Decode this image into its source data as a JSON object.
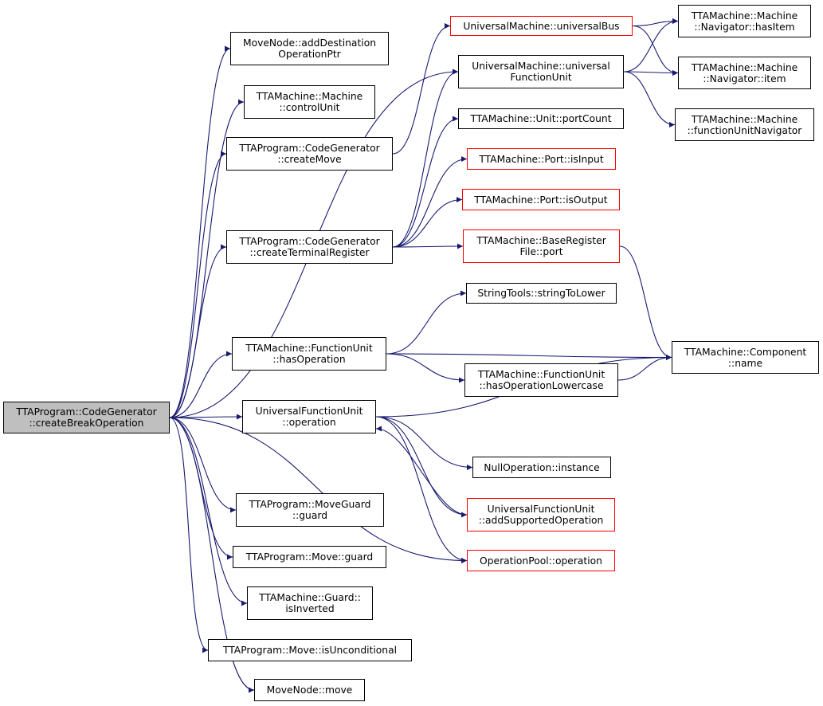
{
  "colors": {
    "edge": "#191970",
    "node_border": "#000000",
    "link_border": "#ff0000",
    "root_fill": "#bfbfbf"
  },
  "nodes": {
    "root": {
      "line1": "TTAProgram::CodeGenerator",
      "line2": "::createBreakOperation"
    },
    "mn_add": {
      "line1": "MoveNode::addDestination",
      "line2": "OperationPtr"
    },
    "m_cu": {
      "line1": "TTAMachine::Machine",
      "line2": "::controlUnit"
    },
    "cg_move": {
      "line1": "TTAProgram::CodeGenerator",
      "line2": "::createMove"
    },
    "cg_term": {
      "line1": "TTAProgram::CodeGenerator",
      "line2": "::createTerminalRegister"
    },
    "fu_hasop": {
      "line1": "TTAMachine::FunctionUnit",
      "line2": "::hasOperation"
    },
    "ufu_op": {
      "line1": "UniversalFunctionUnit",
      "line2": "::operation"
    },
    "mg_guard": {
      "line1": "TTAProgram::MoveGuard",
      "line2": "::guard"
    },
    "mv_guard": {
      "line1": "TTAProgram::Move::guard"
    },
    "g_inv": {
      "line1": "TTAMachine::Guard::",
      "line2": "isInverted"
    },
    "mv_uncond": {
      "line1": "TTAProgram::Move::isUnconditional"
    },
    "mn_move": {
      "line1": "MoveNode::move"
    },
    "um_bus": {
      "line1": "UniversalMachine::universalBus"
    },
    "um_fu": {
      "line1": "UniversalMachine::universal",
      "line2": "FunctionUnit"
    },
    "u_pc": {
      "line1": "TTAMachine::Unit::portCount"
    },
    "p_in": {
      "line1": "TTAMachine::Port::isInput"
    },
    "p_out": {
      "line1": "TTAMachine::Port::isOutput"
    },
    "brf_port": {
      "line1": "TTAMachine::BaseRegister",
      "line2": "File::port"
    },
    "st_lower": {
      "line1": "StringTools::stringToLower"
    },
    "fu_hasopl": {
      "line1": "TTAMachine::FunctionUnit",
      "line2": "::hasOperationLowercase"
    },
    "null_inst": {
      "line1": "NullOperation::instance"
    },
    "ufu_add": {
      "line1": "UniversalFunctionUnit",
      "line2": "::addSupportedOperation"
    },
    "op_pool": {
      "line1": "OperationPool::operation"
    },
    "nav_has": {
      "line1": "TTAMachine::Machine",
      "line2": "::Navigator::hasItem"
    },
    "nav_item": {
      "line1": "TTAMachine::Machine",
      "line2": "::Navigator::item"
    },
    "fu_nav": {
      "line1": "TTAMachine::Machine",
      "line2": "::functionUnitNavigator"
    },
    "comp_name": {
      "line1": "TTAMachine::Component",
      "line2": "::name"
    }
  },
  "edges": [
    [
      "root",
      "mn_add"
    ],
    [
      "root",
      "m_cu"
    ],
    [
      "root",
      "cg_move"
    ],
    [
      "root",
      "um_fu"
    ],
    [
      "root",
      "cg_term"
    ],
    [
      "root",
      "fu_hasop"
    ],
    [
      "root",
      "ufu_op"
    ],
    [
      "root",
      "op_pool"
    ],
    [
      "root",
      "mg_guard"
    ],
    [
      "root",
      "mv_guard"
    ],
    [
      "root",
      "g_inv"
    ],
    [
      "root",
      "mv_uncond"
    ],
    [
      "root",
      "mn_move"
    ],
    [
      "cg_move",
      "um_bus"
    ],
    [
      "cg_term",
      "u_pc"
    ],
    [
      "cg_term",
      "p_in"
    ],
    [
      "cg_term",
      "p_out"
    ],
    [
      "cg_term",
      "brf_port"
    ],
    [
      "cg_term",
      "um_fu"
    ],
    [
      "um_bus",
      "nav_has"
    ],
    [
      "um_bus",
      "nav_item"
    ],
    [
      "um_fu",
      "nav_has"
    ],
    [
      "um_fu",
      "nav_item"
    ],
    [
      "um_fu",
      "fu_nav"
    ],
    [
      "brf_port",
      "comp_name"
    ],
    [
      "fu_hasop",
      "st_lower"
    ],
    [
      "fu_hasop",
      "comp_name"
    ],
    [
      "fu_hasop",
      "fu_hasopl"
    ],
    [
      "fu_hasopl",
      "comp_name"
    ],
    [
      "ufu_op",
      "comp_name"
    ],
    [
      "ufu_op",
      "null_inst"
    ],
    [
      "ufu_op",
      "ufu_add"
    ],
    [
      "ufu_op",
      "op_pool"
    ],
    [
      "ufu_add",
      "ufu_op"
    ]
  ]
}
